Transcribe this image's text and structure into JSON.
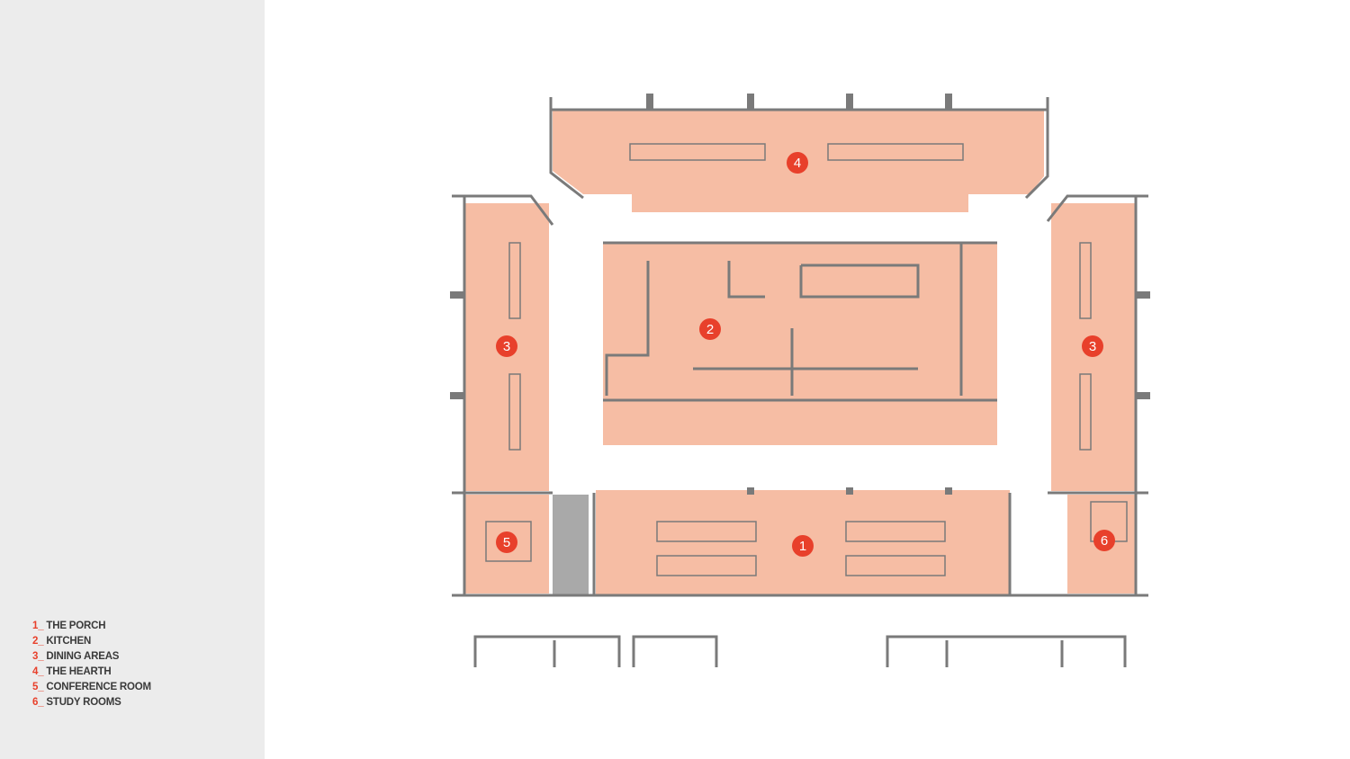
{
  "legend": [
    {
      "number": "1",
      "separator": "_",
      "label": "THE PORCH"
    },
    {
      "number": "2",
      "separator": "_",
      "label": "KITCHEN"
    },
    {
      "number": "3",
      "separator": "_",
      "label": "DINING AREAS"
    },
    {
      "number": "4",
      "separator": "_",
      "label": "THE HEARTH"
    },
    {
      "number": "5",
      "separator": "_",
      "label": "CONFERENCE ROOM"
    },
    {
      "number": "6",
      "separator": "_",
      "label": "STUDY ROOMS"
    }
  ],
  "plan": {
    "badges": [
      "1",
      "2",
      "3",
      "3",
      "4",
      "5",
      "6"
    ]
  },
  "colors": {
    "zone_fill": "#f6bda4",
    "badge": "#e8402b",
    "wall": "#7a7a7a",
    "sidebar": "#ececec",
    "stair": "#a9a9a9"
  }
}
